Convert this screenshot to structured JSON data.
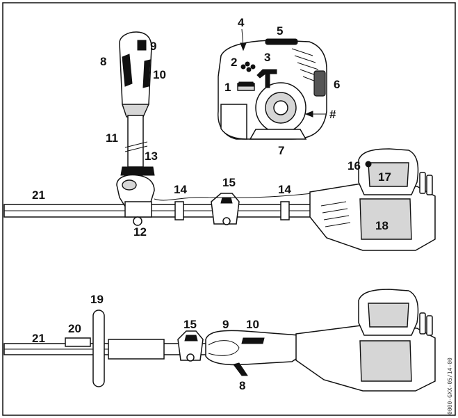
{
  "callouts": {
    "c1": "1",
    "c2": "2",
    "c3": "3",
    "c4": "4",
    "c5": "5",
    "c6": "6",
    "c7": "7",
    "c_hash": "#",
    "c8_top": "8",
    "c9_top": "9",
    "c10_top": "10",
    "c11": "11",
    "c12": "12",
    "c13": "13",
    "c14_left": "14",
    "c14_right": "14",
    "c15_top": "15",
    "c16": "16",
    "c17": "17",
    "c18": "18",
    "c19": "19",
    "c20": "20",
    "c21_top": "21",
    "c21_bottom": "21",
    "c15_bottom": "15",
    "c9_bottom": "9",
    "c10_bottom": "10",
    "c8_bottom": "8"
  },
  "figure_code": "0000-GXX-05/14-00",
  "colors": {
    "line": "#111111",
    "shade": "#d6d6d6",
    "dark": "#555555",
    "paper": "#ffffff"
  }
}
